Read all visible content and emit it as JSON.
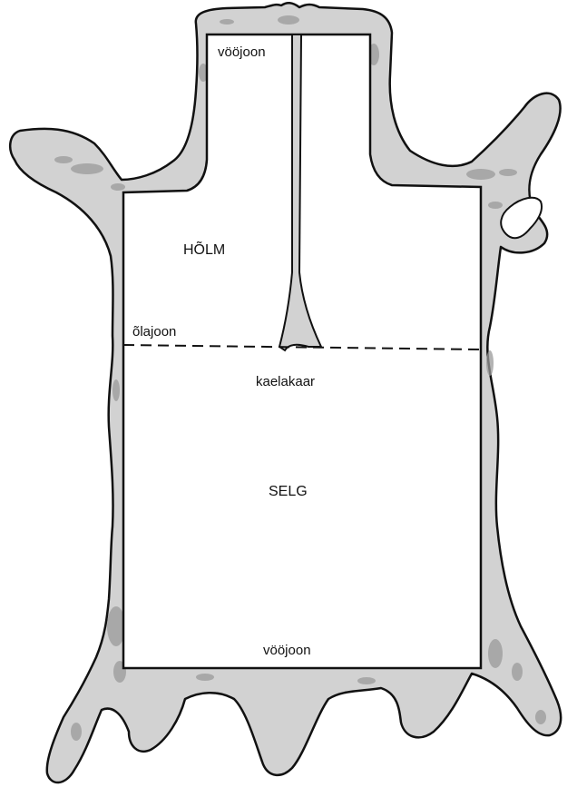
{
  "labels": {
    "waist_top": "vööjoon",
    "region_upper": "HÕLM",
    "shoulder_line": "õlajoon",
    "neck_notch": "kaelakaar",
    "region_lower": "SELG",
    "waist_bottom": "vööjoon"
  },
  "colors": {
    "hide_fill": "#d2d2d2",
    "hide_outline": "#111111",
    "hide_stipple": "#9a9a9a",
    "cut_area": "#ffffff"
  }
}
